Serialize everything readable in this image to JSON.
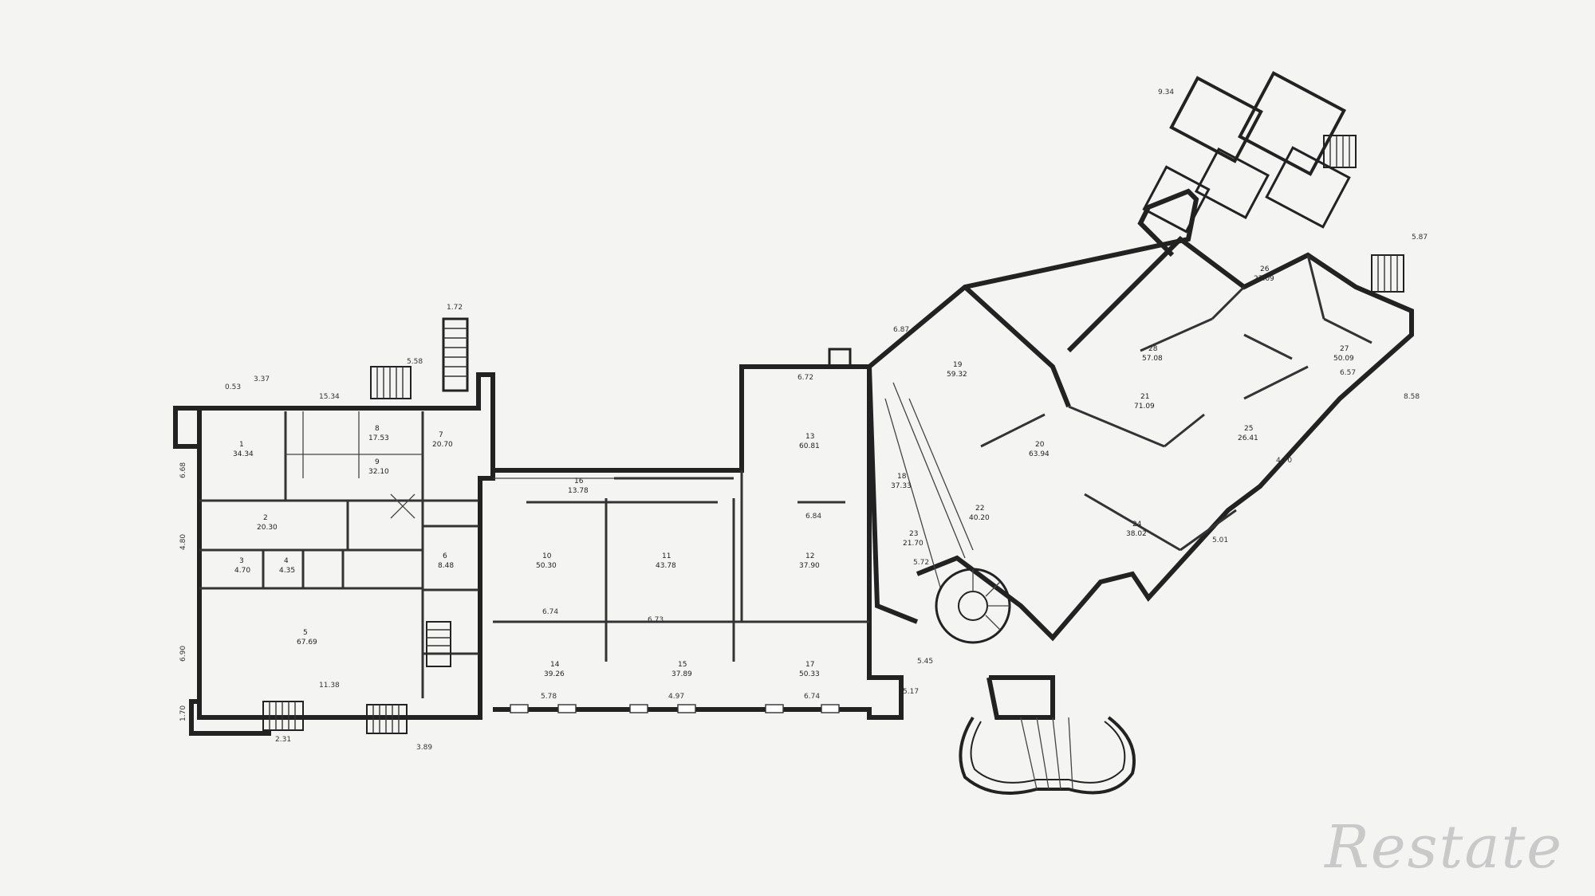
{
  "watermark": {
    "text": "Restate"
  },
  "dimensions": {
    "top_left_1": "0.53",
    "top_left_2": "3.37",
    "top_left_3": "15.34",
    "top_left_4": "5.58",
    "stair_top": "1.72",
    "left_side_1": "6.68",
    "left_side_2": "4.80",
    "left_side_3": "6.90",
    "left_side_4": "1.70",
    "bottom_1": "11.38",
    "bottom_2": "2.31",
    "bottom_3": "3.89",
    "bottom_4": "5.78",
    "bottom_5": "4.97",
    "bottom_6": "6.74",
    "bottom_7": "5.17",
    "mid_1": "6.74",
    "mid_2": "6.73",
    "mid_3": "6.84",
    "mid_4": "5.72",
    "mid_5": "5.45",
    "upper_1": "6.72",
    "upper_2": "6.87",
    "right_1": "9.34",
    "right_2": "5.87",
    "right_3": "6.57",
    "right_4": "8.58",
    "right_5": "4.70",
    "right_6": "5.01"
  },
  "rooms": [
    {
      "no": "1",
      "area": "34.34"
    },
    {
      "no": "2",
      "area": "20.30"
    },
    {
      "no": "3",
      "area": "4.70"
    },
    {
      "no": "4",
      "area": "4.35"
    },
    {
      "no": "5",
      "area": "67.69"
    },
    {
      "no": "6",
      "area": "8.48"
    },
    {
      "no": "7",
      "area": "20.70"
    },
    {
      "no": "8",
      "area": "17.53"
    },
    {
      "no": "9",
      "area": "32.10"
    },
    {
      "no": "10",
      "area": "50.30"
    },
    {
      "no": "11",
      "area": "43.78"
    },
    {
      "no": "12",
      "area": "37.90"
    },
    {
      "no": "13",
      "area": "60.81"
    },
    {
      "no": "14",
      "area": "39.26"
    },
    {
      "no": "15",
      "area": "37.89"
    },
    {
      "no": "16",
      "area": "13.78"
    },
    {
      "no": "17",
      "area": "50.33"
    },
    {
      "no": "18",
      "area": "37.33"
    },
    {
      "no": "19",
      "area": "59.32"
    },
    {
      "no": "20",
      "area": "63.94"
    },
    {
      "no": "21",
      "area": "71.09"
    },
    {
      "no": "22",
      "area": "40.20"
    },
    {
      "no": "23",
      "area": "21.70"
    },
    {
      "no": "24",
      "area": "38.02"
    },
    {
      "no": "25",
      "area": "26.41"
    },
    {
      "no": "26",
      "area": "27.09"
    },
    {
      "no": "27",
      "area": "50.09"
    },
    {
      "no": "28",
      "area": "57.08"
    }
  ]
}
